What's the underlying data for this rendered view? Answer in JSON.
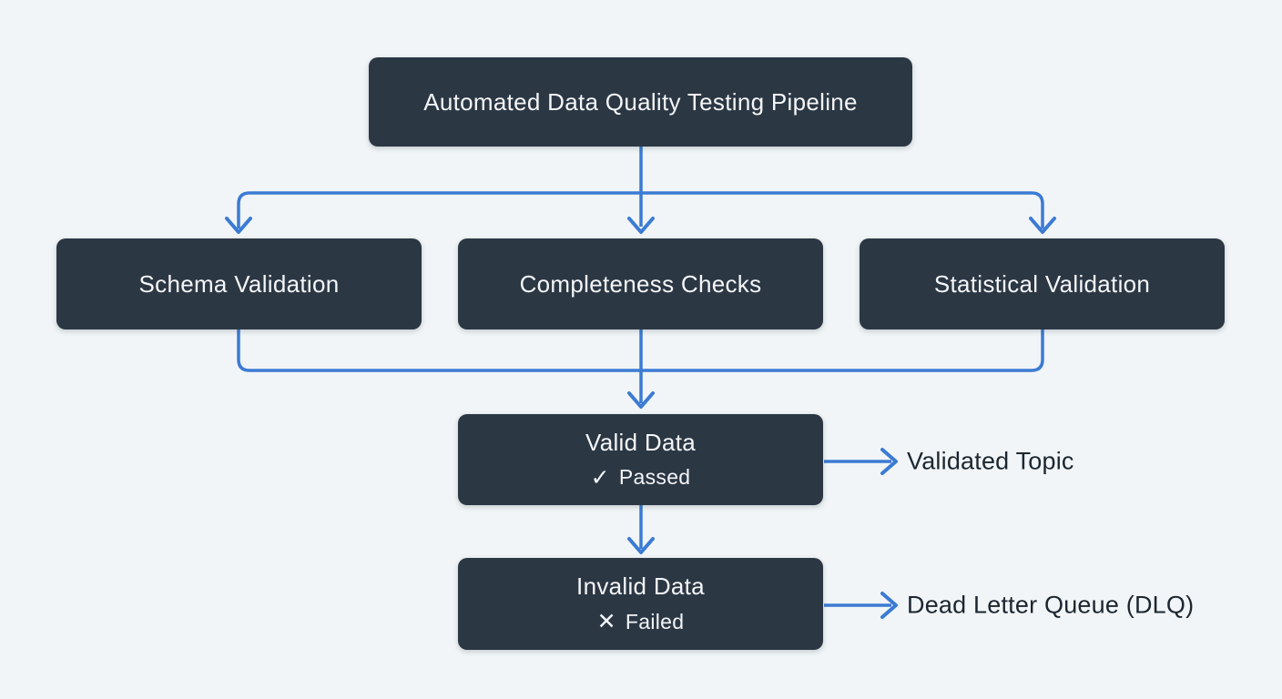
{
  "diagram": {
    "title_node": {
      "label": "Automated Data Quality Testing Pipeline"
    },
    "validators": [
      {
        "id": "schema",
        "label": "Schema Validation"
      },
      {
        "id": "completeness",
        "label": "Completeness Checks"
      },
      {
        "id": "statistical",
        "label": "Statistical Validation"
      }
    ],
    "results": {
      "valid": {
        "label": "Valid Data",
        "status_icon": "✓",
        "status_label": "Passed"
      },
      "invalid": {
        "label": "Invalid Data",
        "status_icon": "✕",
        "status_label": "Failed"
      }
    },
    "outputs": {
      "validated_topic": {
        "label": "Validated Topic"
      },
      "dead_letter_queue": {
        "label": "Dead Letter Queue (DLQ)"
      }
    },
    "colors": {
      "background": "#f1f5f7",
      "node_fill": "#2c3744",
      "node_text": "#f4f6f8",
      "connector_blue": "#3b7bd3",
      "output_label_text": "#1c2630"
    }
  }
}
